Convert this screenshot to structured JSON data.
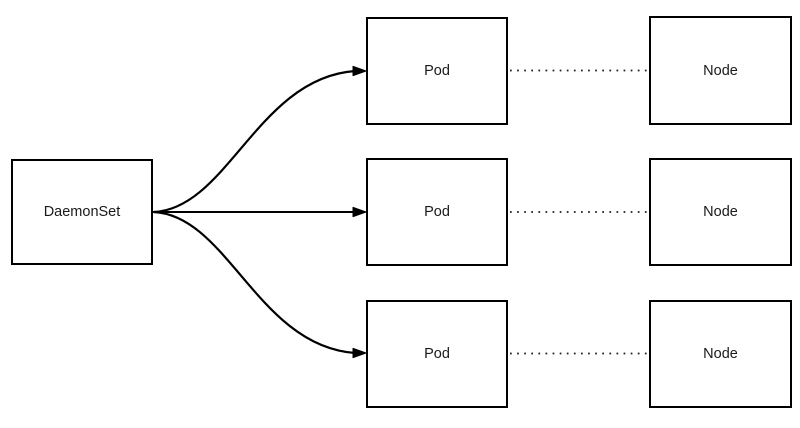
{
  "diagram": {
    "title": "DaemonSet to Pod to Node relationship diagram",
    "daemonset_label": "DaemonSet",
    "rows": [
      {
        "pod": "Pod",
        "node": "Node"
      },
      {
        "pod": "Pod",
        "node": "Node"
      },
      {
        "pod": "Pod",
        "node": "Node"
      }
    ],
    "edges": {
      "solid_arrow_count": 3,
      "solid_arrow_style": "curved fan-out with filled right-pointing arrowheads",
      "dotted_connector_count": 3,
      "dotted_connector_style": "horizontal dotted line"
    }
  },
  "colors": {
    "line": "#000000",
    "text": "#1a1a1a",
    "background": "#ffffff"
  }
}
